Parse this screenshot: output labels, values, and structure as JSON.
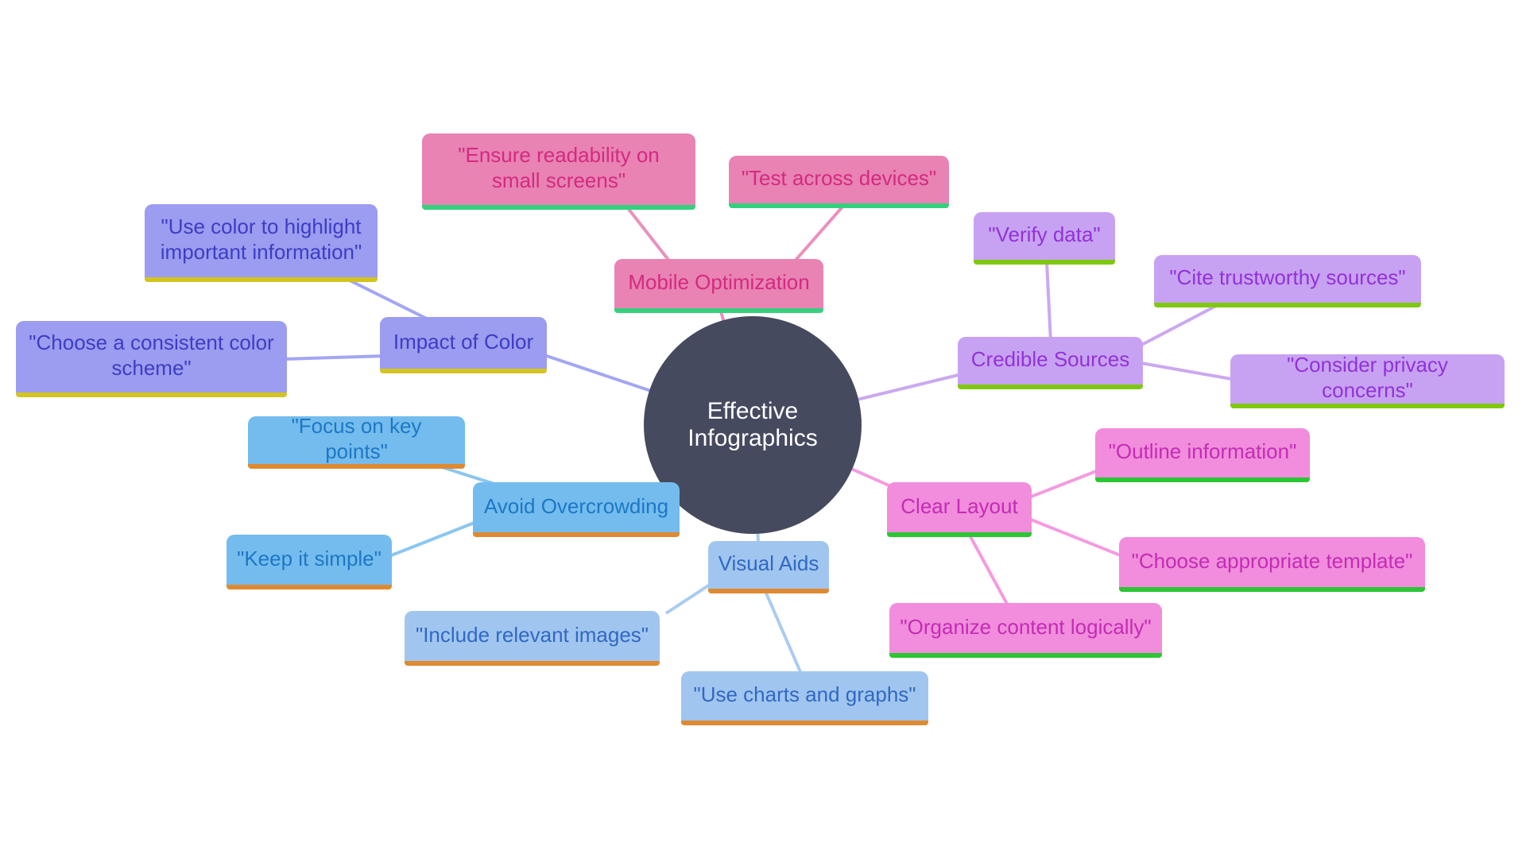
{
  "center": {
    "label": "Effective Infographics",
    "bg": "#464A5F",
    "text_color": "#FFFFFF"
  },
  "branches": [
    {
      "id": "mobile",
      "label": "Mobile Optimization",
      "fill": "#E883B4",
      "text_color": "#D42A80",
      "accent": "#35D07D",
      "edge": "#EA90BC",
      "children": [
        {
          "label": "\"Ensure readability on small screens\""
        },
        {
          "label": "\"Test across devices\""
        }
      ]
    },
    {
      "id": "credible",
      "label": "Credible Sources",
      "fill": "#C8A2F2",
      "text_color": "#9232D8",
      "accent": "#7FC80F",
      "edge": "#CBA8F0",
      "children": [
        {
          "label": "\"Verify data\""
        },
        {
          "label": "\"Cite trustworthy sources\""
        },
        {
          "label": "\"Consider privacy concerns\""
        }
      ]
    },
    {
      "id": "clear",
      "label": "Clear Layout",
      "fill": "#F18DDC",
      "text_color": "#C32CB5",
      "accent": "#2BC633",
      "edge": "#F49BE0",
      "children": [
        {
          "label": "\"Outline information\""
        },
        {
          "label": "\"Choose appropriate template\""
        },
        {
          "label": "\"Organize content logically\""
        }
      ]
    },
    {
      "id": "impact",
      "label": "Impact of Color",
      "fill": "#9C9CF0",
      "text_color": "#3D3DC4",
      "accent": "#D3C420",
      "edge": "#A3A6F2",
      "children": [
        {
          "label": "\"Use color to highlight important information\""
        },
        {
          "label": "\"Choose a consistent color scheme\""
        }
      ]
    },
    {
      "id": "avoid",
      "label": "Avoid Overcrowding",
      "fill": "#74BCEE",
      "text_color": "#1D78C4",
      "accent": "#DF8A31",
      "edge": "#8CC6F0",
      "children": [
        {
          "label": "\"Focus on key points\""
        },
        {
          "label": "\"Keep it simple\""
        }
      ]
    },
    {
      "id": "visual",
      "label": "Visual Aids",
      "fill": "#A0C6F0",
      "text_color": "#3168C2",
      "accent": "#DF8A31",
      "edge": "#AACCF2",
      "children": [
        {
          "label": "\"Include relevant images\""
        },
        {
          "label": "\"Use charts and graphs\""
        }
      ]
    }
  ]
}
